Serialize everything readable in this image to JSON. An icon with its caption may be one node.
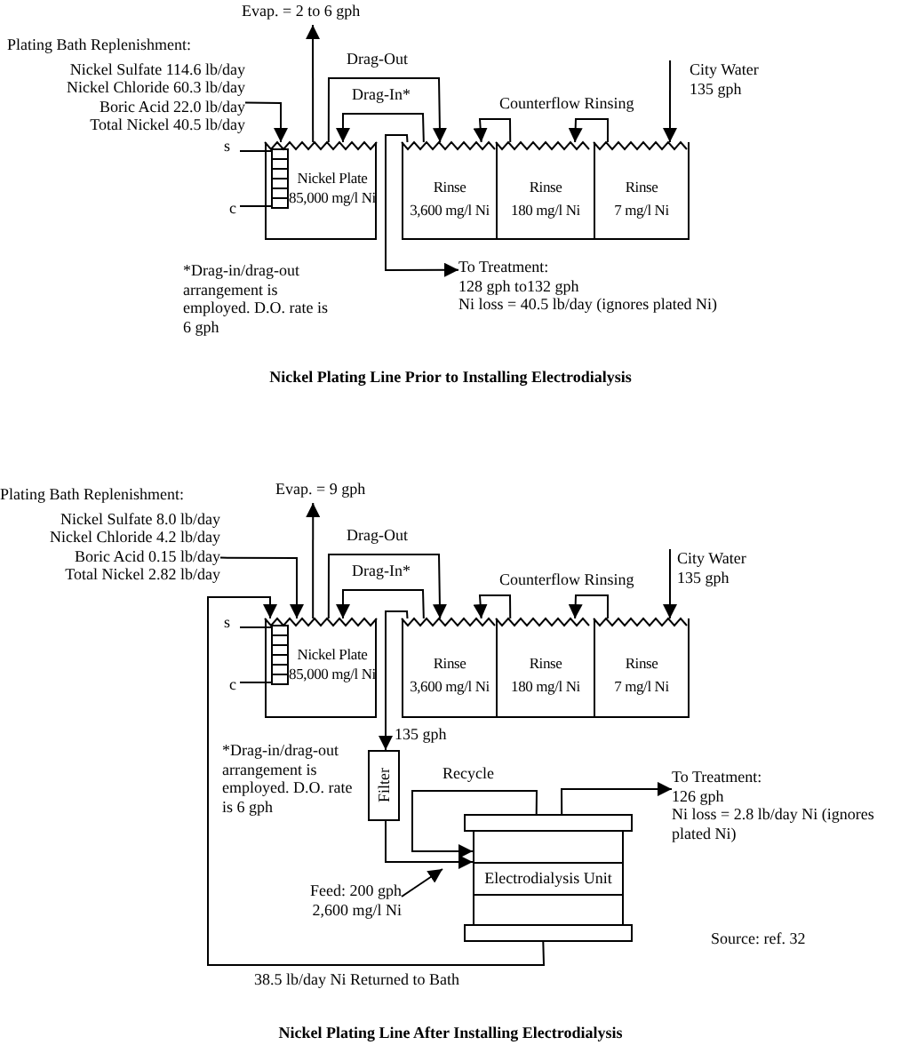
{
  "diagram": {
    "nodes": [
      {
        "text": [
          "Plating Bath Replenishment:",
          "Nickel Sulfate 114.6 lb/day",
          "Nickel Chloride 60.3 lb/day",
          "Boric Acid 22.0 lb/day",
          "Total Nickel 40.5 lb/day"
        ]
      },
      {
        "text": [
          "Evap. = 2 to 6 gph"
        ]
      },
      {
        "text": [
          "Nickel Plate",
          "85,000 mg/l Ni"
        ]
      },
      {
        "text": [
          "Rinse",
          "3,600 mg/l Ni"
        ]
      },
      {
        "text": [
          "Rinse",
          "180 mg/l Ni"
        ]
      },
      {
        "text": [
          "Rinse",
          "7 mg/l Ni"
        ]
      },
      {
        "text": [
          "City Water 135 gph"
        ]
      },
      {
        "text": [
          "To Treatment:",
          "128 gph to132 gph",
          "Ni loss = 40.5 lb/day (ignores plated Ni)"
        ]
      },
      {
        "text": [
          "Plating Bath Replenishment:",
          "Nickel Sulfate 8.0 lb/day",
          "Nickel Chloride 4.2 lb/day",
          "Boric Acid 0.15 lb/day",
          "Total Nickel 2.82 lb/day"
        ]
      },
      {
        "text": [
          "Evap. = 9 gph"
        ]
      },
      {
        "text": [
          "Nickel Plate",
          "85,000 mg/l Ni"
        ]
      },
      {
        "text": [
          "Rinse",
          "3,600 mg/l Ni"
        ]
      },
      {
        "text": [
          "Rinse",
          "180 mg/l Ni"
        ]
      },
      {
        "text": [
          "Rinse",
          "7 mg/l Ni"
        ]
      },
      {
        "text": [
          "City Water 135 gph"
        ]
      },
      {
        "text": [
          "Filter"
        ]
      },
      {
        "text": [
          "Electrodialysis Unit"
        ]
      },
      {
        "text": [
          "To Treatment:",
          "126 gph",
          "Ni loss = 2.8 lb/day Ni (ignores plated Ni)"
        ]
      },
      {
        "text": [
          "Feed: 200 gph 2,600 mg/l Ni"
        ]
      }
    ],
    "edges": [
      {
        "from": 0,
        "to": 2,
        "arrow": "to"
      },
      {
        "from": 2,
        "to": 1,
        "arrow": "to"
      },
      {
        "from": 2,
        "to": 3,
        "arrow": "to",
        "label": "Drag-Out"
      },
      {
        "from": 3,
        "to": 2,
        "arrow": "to",
        "label": "Drag-In*"
      },
      {
        "from": 4,
        "to": 3,
        "arrow": "to"
      },
      {
        "from": 5,
        "to": 4,
        "arrow": "to"
      },
      {
        "from": 6,
        "to": 5,
        "arrow": "to"
      },
      {
        "from": 3,
        "to": 7,
        "arrow": "to"
      },
      {
        "from": 8,
        "to": 10,
        "arrow": "to"
      },
      {
        "from": 10,
        "to": 9,
        "arrow": "to"
      },
      {
        "from": 10,
        "to": 11,
        "arrow": "to",
        "label": "Drag-Out"
      },
      {
        "from": 11,
        "to": 10,
        "arrow": "to",
        "label": "Drag-In*"
      },
      {
        "from": 12,
        "to": 11,
        "arrow": "to"
      },
      {
        "from": 13,
        "to": 12,
        "arrow": "to"
      },
      {
        "from": 14,
        "to": 13,
        "arrow": "to"
      },
      {
        "from": 11,
        "to": 15,
        "arrow": "to",
        "label": "135 gph"
      },
      {
        "from": 15,
        "to": 16,
        "arrow": "to"
      },
      {
        "from": 16,
        "to": 16,
        "arrow": "to",
        "label": "Recycle"
      },
      {
        "from": 16,
        "to": 17,
        "arrow": "to"
      },
      {
        "from": 16,
        "to": 10,
        "arrow": "to",
        "label": "38.5 lb/day Ni Returned to Bath"
      },
      {
        "from": 18,
        "to": null,
        "arrow": "to"
      }
    ],
    "labels": [
      "Counterflow Rinsing",
      "s",
      "c",
      "*Drag-in/drag-out arrangement is employed. D.O. rate is 6 gph",
      "Nickel Plating Line Prior to Installing Electrodialysis",
      "Counterflow Rinsing",
      "s",
      "c",
      "*Drag-in/drag-out arrangement is employed. D.O. rate is 6 gph",
      "Source: ref. 32",
      "Nickel Plating Line After Installing Electrodialysis"
    ]
  }
}
